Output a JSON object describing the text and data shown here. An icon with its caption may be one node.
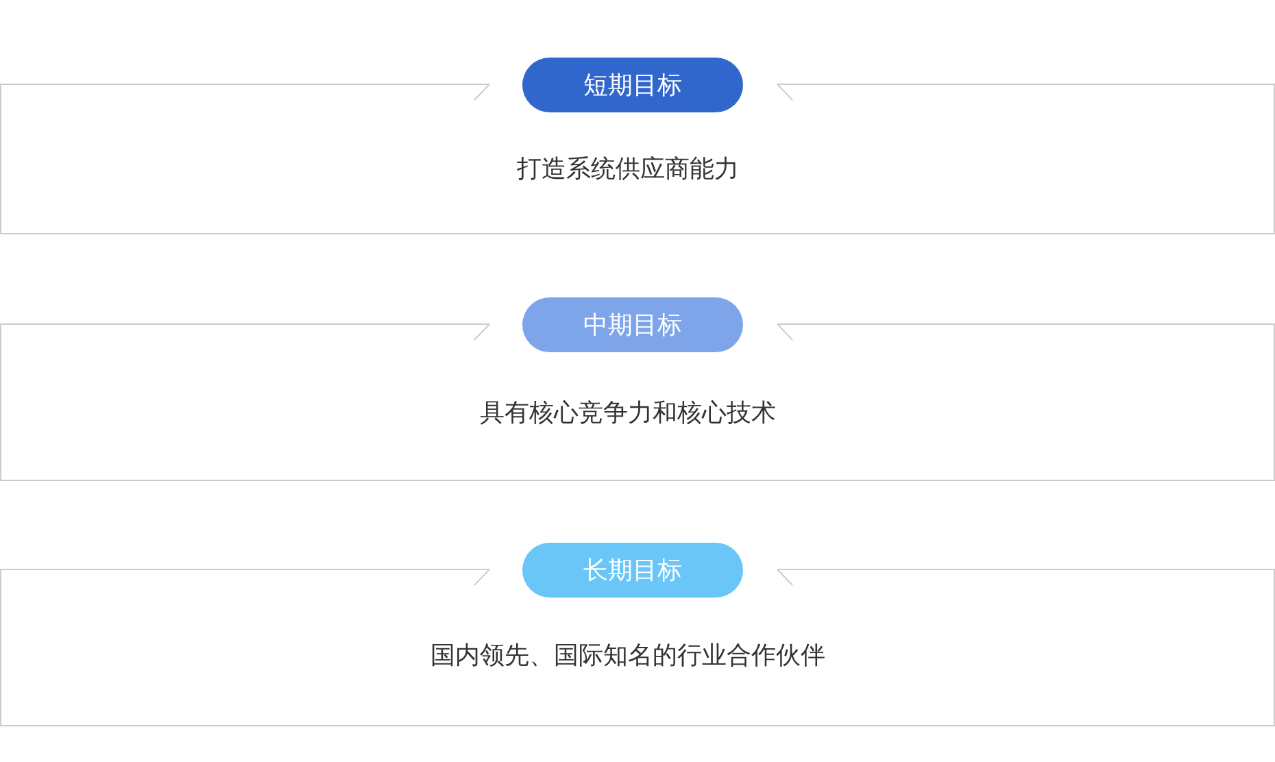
{
  "diagram": {
    "nodes": [
      {
        "text": [
          "短期目标"
        ]
      },
      {
        "text": [
          "打造系统供应商能力"
        ]
      },
      {
        "text": [
          "中期目标"
        ]
      },
      {
        "text": [
          "具有核心竞争力和核心技术"
        ]
      },
      {
        "text": [
          "长期目标"
        ]
      },
      {
        "text": [
          "国内领先、国际知名的行业合作伙伴"
        ]
      }
    ]
  }
}
